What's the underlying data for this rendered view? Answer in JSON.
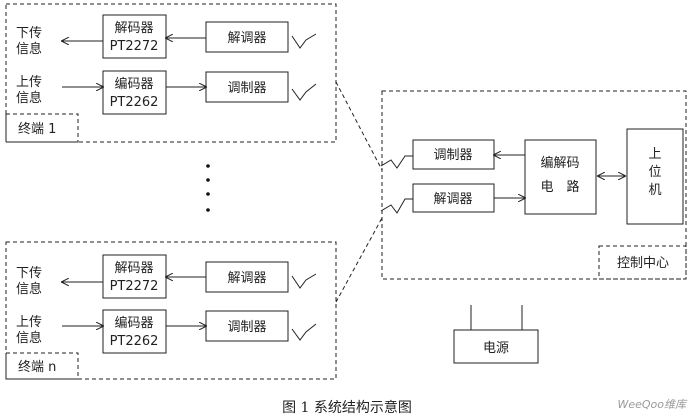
{
  "terminals": [
    {
      "name": "终端 1",
      "down_info": [
        "下传",
        "信息"
      ],
      "up_info": [
        "上传",
        "信息"
      ],
      "decoder": [
        "解码器",
        "PT2272"
      ],
      "encoder": [
        "编码器",
        "PT2262"
      ],
      "demodulator": "解调器",
      "modulator": "调制器"
    },
    {
      "name": "终端 n",
      "down_info": [
        "下传",
        "信息"
      ],
      "up_info": [
        "上传",
        "信息"
      ],
      "decoder": [
        "解码器",
        "PT2272"
      ],
      "encoder": [
        "编码器",
        "PT2262"
      ],
      "demodulator": "解调器",
      "modulator": "调制器"
    }
  ],
  "control_center": {
    "name": "控制中心",
    "modulator": "调制器",
    "demodulator": "解调器",
    "codec": [
      "编解码",
      "电　路"
    ],
    "host": [
      "上",
      "位",
      "机"
    ]
  },
  "power": "电源",
  "caption": "图 1  系统结构示意图",
  "watermark": "WeeQoo维库"
}
